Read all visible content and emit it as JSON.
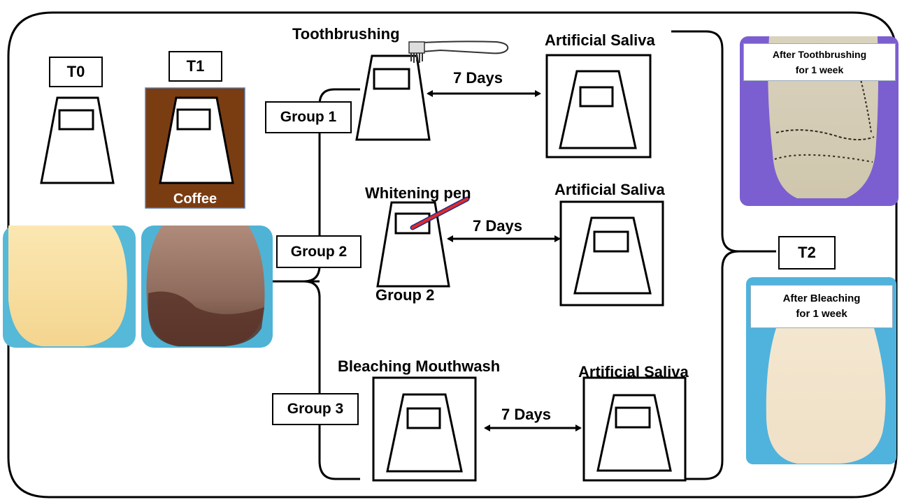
{
  "timepoints": {
    "t0": "T0",
    "t1": "T1",
    "t2": "T2"
  },
  "staining": {
    "label": "Coffee",
    "color": "#7a3d12"
  },
  "groups": [
    {
      "label": "Group 1",
      "treatment": "Toothbrushing",
      "interval": "7 Days",
      "storage": "Artificial Saliva"
    },
    {
      "label": "Group 2",
      "treatment": "Whitening pen",
      "interval": "7 Days",
      "storage": "Artificial Saliva",
      "sublabel": "Group 2"
    },
    {
      "label": "Group 3",
      "treatment": "Bleaching Mouthwash",
      "interval": "7 Days",
      "storage": "Artificial Saliva"
    }
  ],
  "photos": {
    "after_toothbrushing": {
      "line1": "After Toothbrushing",
      "line2": "for 1 week",
      "background": "#7b5fd0"
    },
    "after_bleaching": {
      "line1": "After Bleaching",
      "line2": "for 1 week",
      "background": "#4fb3dd"
    }
  },
  "icons": [
    "toothbrush-icon",
    "whitening-pen-icon",
    "tooth-specimen-icon"
  ]
}
